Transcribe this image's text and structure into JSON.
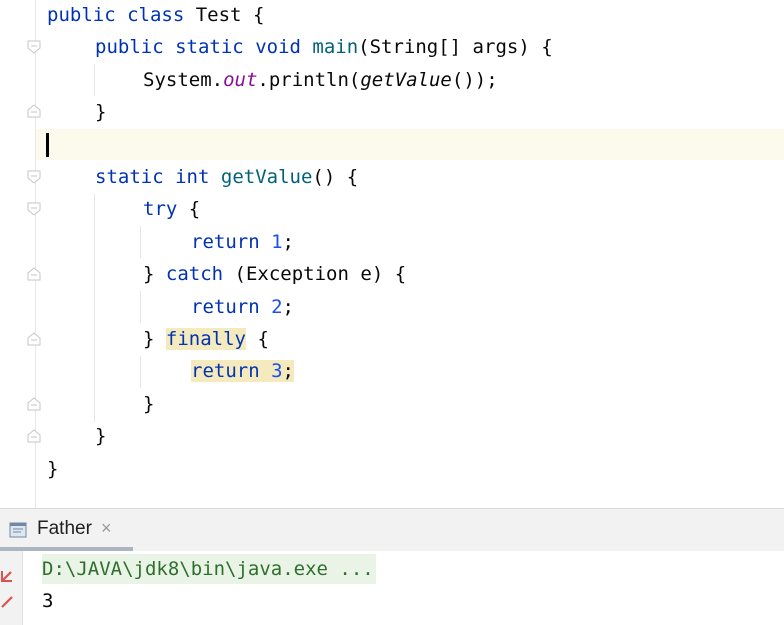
{
  "editor": {
    "lines": [
      {
        "indent": 0,
        "tokens": [
          {
            "t": "public",
            "c": "kw"
          },
          {
            "t": " "
          },
          {
            "t": "class",
            "c": "kw"
          },
          {
            "t": " Test "
          },
          {
            "t": "{"
          }
        ]
      },
      {
        "indent": 1,
        "tokens": [
          {
            "t": "public",
            "c": "kw"
          },
          {
            "t": " "
          },
          {
            "t": "static",
            "c": "kw"
          },
          {
            "t": " "
          },
          {
            "t": "void",
            "c": "kw"
          },
          {
            "t": " "
          },
          {
            "t": "main",
            "c": "fn"
          },
          {
            "t": "(String[] args) "
          },
          {
            "t": "{"
          }
        ]
      },
      {
        "indent": 2,
        "tokens": [
          {
            "t": "System."
          },
          {
            "t": "out",
            "c": "fld"
          },
          {
            "t": ".println("
          },
          {
            "t": "getValue",
            "c": "itl"
          },
          {
            "t": "());"
          }
        ]
      },
      {
        "indent": 1,
        "tokens": [
          {
            "t": "}"
          }
        ]
      },
      {
        "indent": 0,
        "tokens": []
      },
      {
        "indent": 1,
        "tokens": [
          {
            "t": "static",
            "c": "kw"
          },
          {
            "t": " "
          },
          {
            "t": "int",
            "c": "kw"
          },
          {
            "t": " "
          },
          {
            "t": "getValue",
            "c": "fn"
          },
          {
            "t": "() "
          },
          {
            "t": "{"
          }
        ]
      },
      {
        "indent": 2,
        "tokens": [
          {
            "t": "try",
            "c": "kw"
          },
          {
            "t": " "
          },
          {
            "t": "{"
          }
        ]
      },
      {
        "indent": 3,
        "tokens": [
          {
            "t": "return",
            "c": "kw"
          },
          {
            "t": " "
          },
          {
            "t": "1",
            "c": "num"
          },
          {
            "t": ";"
          }
        ]
      },
      {
        "indent": 2,
        "tokens": [
          {
            "t": "}"
          },
          {
            "t": " "
          },
          {
            "t": "catch",
            "c": "kw"
          },
          {
            "t": " (Exception e) "
          },
          {
            "t": "{"
          }
        ]
      },
      {
        "indent": 3,
        "tokens": [
          {
            "t": "return",
            "c": "kw"
          },
          {
            "t": " "
          },
          {
            "t": "2",
            "c": "num"
          },
          {
            "t": ";"
          }
        ]
      },
      {
        "indent": 2,
        "tokens": [
          {
            "t": "}"
          },
          {
            "t": " "
          },
          {
            "t": "finally",
            "c": "kw hl"
          },
          {
            "t": " "
          },
          {
            "t": "{"
          }
        ]
      },
      {
        "indent": 3,
        "tokens": [
          {
            "t": "return",
            "c": "kw hl"
          },
          {
            "t": " ",
            "c": "hl"
          },
          {
            "t": "3",
            "c": "num hl"
          },
          {
            "t": ";",
            "c": "hl"
          }
        ]
      },
      {
        "indent": 2,
        "tokens": [
          {
            "t": "}"
          }
        ]
      },
      {
        "indent": 1,
        "tokens": [
          {
            "t": "}"
          }
        ]
      },
      {
        "indent": 0,
        "tokens": [
          {
            "t": "}"
          }
        ]
      }
    ]
  },
  "run_panel": {
    "tab_label": "Father",
    "tab_close": "×",
    "tab_icon": "console-icon",
    "console_command": "D:\\JAVA\\jdk8\\bin\\java.exe ...",
    "console_output": "3"
  },
  "colors": {
    "keyword": "#0033b3",
    "method": "#00627a",
    "number": "#1750eb",
    "field": "#871094",
    "highlight": "#f5eabe",
    "caret_row": "#fcfaed"
  }
}
